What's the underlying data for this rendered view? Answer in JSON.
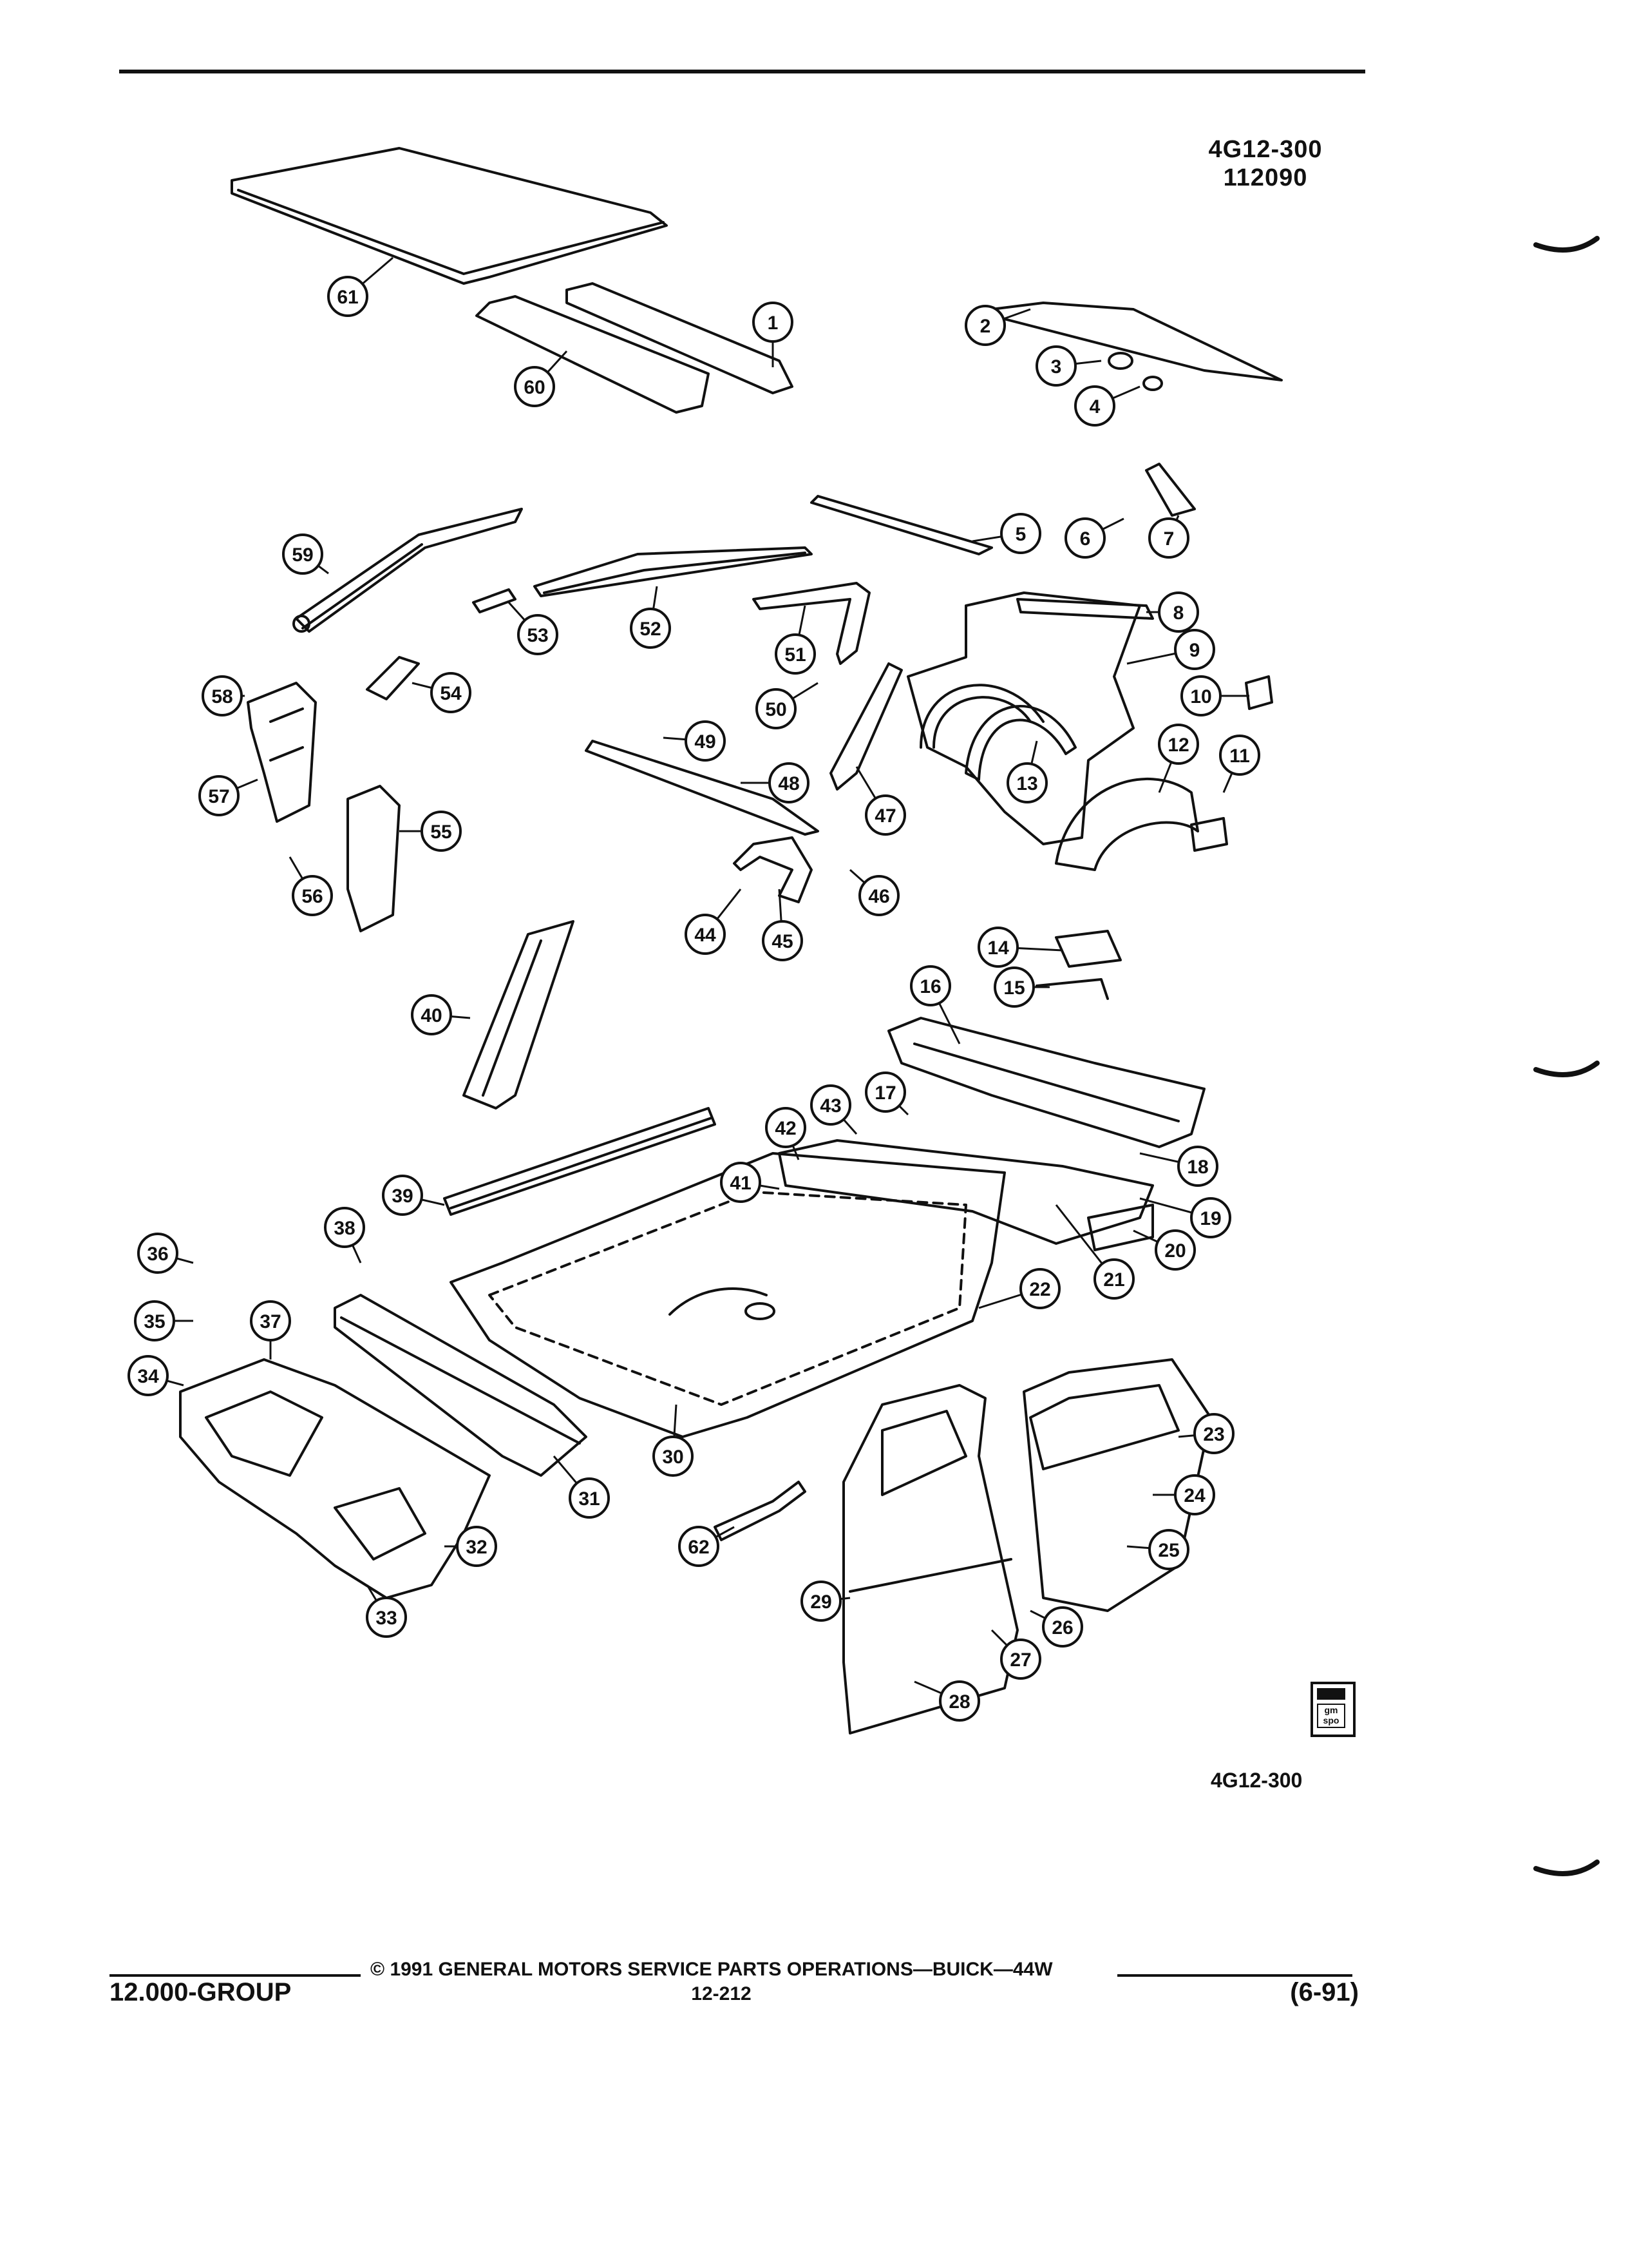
{
  "header": {
    "code_line1": "4G12-300",
    "code_line2": "112090",
    "figure_code_bottom": "4G12-300"
  },
  "footer": {
    "copyright": "© 1991 GENERAL MOTORS SERVICE PARTS OPERATIONS—BUICK—44W",
    "group": "12.000-GROUP",
    "page": "12-212",
    "revision": "(6-91)"
  },
  "logo": {
    "text_top": "gm",
    "text_bottom": "spo"
  },
  "callouts": [
    "1",
    "2",
    "3",
    "4",
    "5",
    "6",
    "7",
    "8",
    "9",
    "10",
    "11",
    "12",
    "13",
    "14",
    "15",
    "16",
    "17",
    "18",
    "19",
    "20",
    "21",
    "22",
    "23",
    "24",
    "25",
    "26",
    "27",
    "28",
    "29",
    "30",
    "31",
    "32",
    "33",
    "34",
    "35",
    "36",
    "37",
    "38",
    "39",
    "40",
    "41",
    "42",
    "43",
    "44",
    "45",
    "46",
    "47",
    "48",
    "49",
    "50",
    "51",
    "52",
    "53",
    "54",
    "55",
    "56",
    "57",
    "58",
    "59",
    "60",
    "61",
    "62"
  ]
}
